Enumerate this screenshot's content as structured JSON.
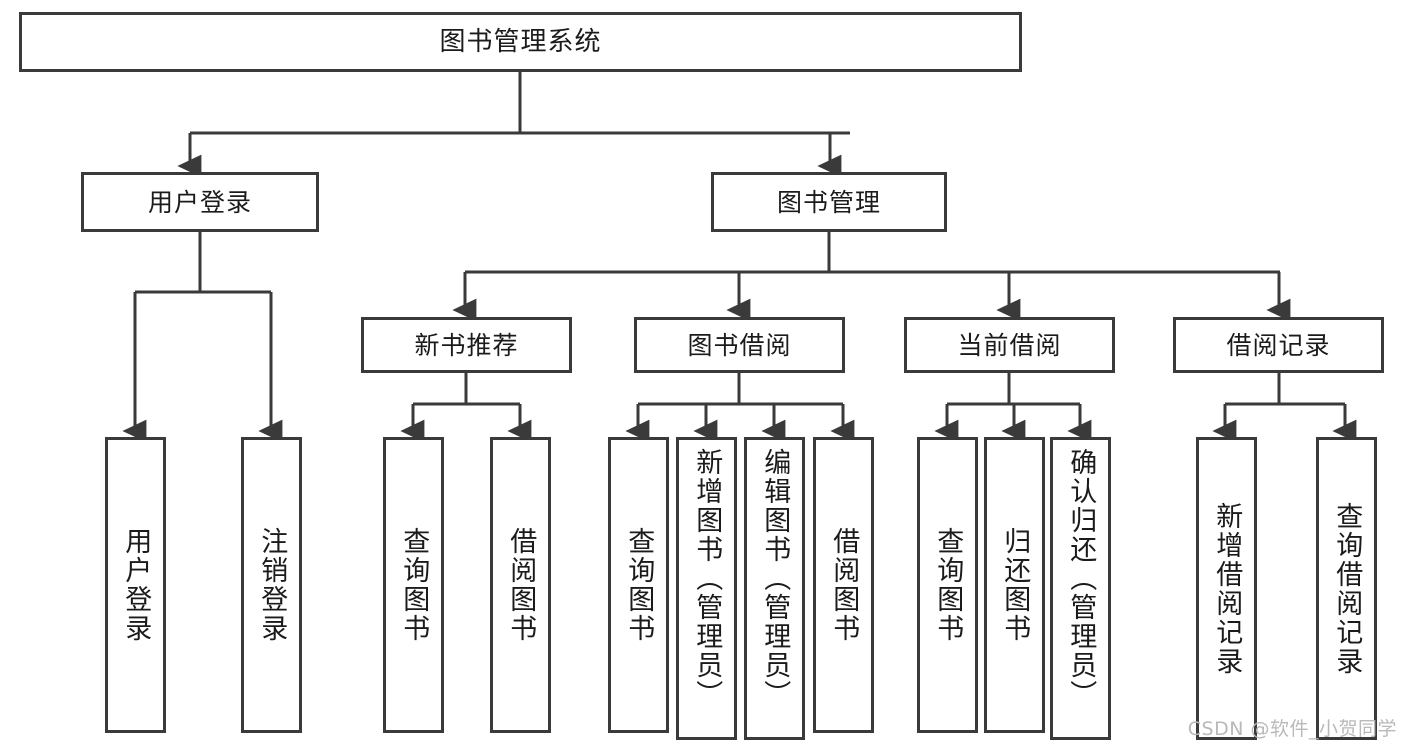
{
  "diagram": {
    "title": "图书管理系统",
    "root": {
      "id": "root",
      "label": "图书管理系统"
    },
    "level2": [
      {
        "id": "user-login",
        "label": "用户登录"
      },
      {
        "id": "book-manage",
        "label": "图书管理"
      }
    ],
    "level3": [
      {
        "id": "new-book-recommend",
        "label": "新书推荐",
        "parent": "book-manage"
      },
      {
        "id": "book-borrow",
        "label": "图书借阅",
        "parent": "book-manage"
      },
      {
        "id": "current-borrow",
        "label": "当前借阅",
        "parent": "book-manage"
      },
      {
        "id": "borrow-record",
        "label": "借阅记录",
        "parent": "book-manage"
      }
    ],
    "leaves": {
      "user_login": [
        {
          "id": "leaf-user-login",
          "label": "用户登录"
        },
        {
          "id": "leaf-user-logout",
          "label": "注销登录"
        }
      ],
      "new_book_recommend": [
        {
          "id": "leaf-query-book-1",
          "label": "查询图书"
        },
        {
          "id": "leaf-borrow-book-1",
          "label": "借阅图书"
        }
      ],
      "book_borrow": [
        {
          "id": "leaf-query-book-2",
          "label": "查询图书"
        },
        {
          "id": "leaf-add-book",
          "label": "新增图书（管理员）"
        },
        {
          "id": "leaf-edit-book",
          "label": "编辑图书（管理员）"
        },
        {
          "id": "leaf-borrow-book-2",
          "label": "借阅图书"
        }
      ],
      "current_borrow": [
        {
          "id": "leaf-query-book-3",
          "label": "查询图书"
        },
        {
          "id": "leaf-return-book",
          "label": "归还图书"
        },
        {
          "id": "leaf-confirm-return",
          "label": "确认归还（管理员）"
        }
      ],
      "borrow_record": [
        {
          "id": "leaf-add-record",
          "label": "新增借阅记录"
        },
        {
          "id": "leaf-query-record",
          "label": "查询借阅记录"
        }
      ]
    }
  },
  "watermark": "CSDN @软件_小贺同学",
  "colors": {
    "stroke": "#3a3a3a",
    "text": "#1b1b1b",
    "background": "#ffffff",
    "watermark": "#b9b9b9"
  }
}
